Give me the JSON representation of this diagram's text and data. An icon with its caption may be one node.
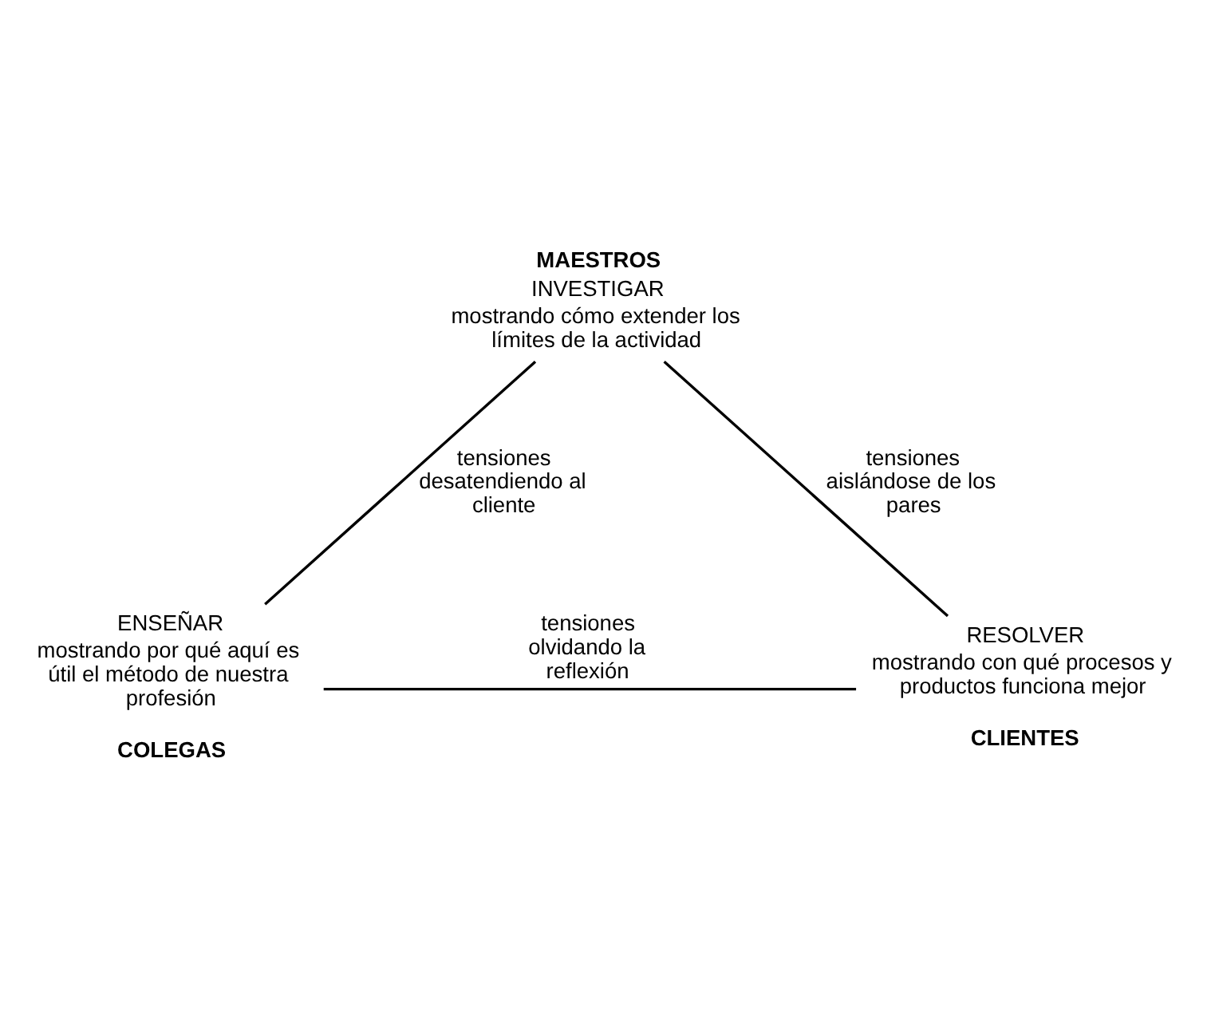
{
  "diagram": {
    "nodes": [
      {
        "text": [
          "INVESTIGAR",
          "mostrando cómo extender los límites de la actividad"
        ],
        "beside": [
          "MAESTROS"
        ]
      },
      {
        "text": [
          "ENSEÑAR",
          "mostrando por qué aquí es útil el método de nuestra profesión"
        ],
        "beside": [
          "COLEGAS"
        ]
      },
      {
        "text": [
          "RESOLVER",
          "mostrando con qué procesos y productos funciona mejor"
        ],
        "beside": [
          "CLIENTES"
        ]
      }
    ],
    "edges": [
      {
        "from": 0,
        "to": 1,
        "arrow": "none",
        "label": "tensiones desatendiendo al cliente"
      },
      {
        "from": 0,
        "to": 2,
        "arrow": "none",
        "label": "tensiones aislándose de los pares"
      },
      {
        "from": 1,
        "to": 2,
        "arrow": "none",
        "label": "tensiones olvidando la reflexión"
      }
    ]
  }
}
